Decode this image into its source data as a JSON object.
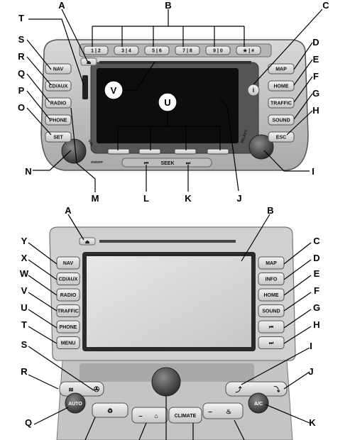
{
  "top_unit": {
    "left_buttons": [
      "NAV",
      "CD/AUX",
      "RADIO",
      "PHONE",
      "SET"
    ],
    "right_buttons": [
      "MAP",
      "HOME",
      "TRAFFIC",
      "SOUND",
      "ESC"
    ],
    "preset_buttons": [
      "1 | 2",
      "3 | 4",
      "5 | 6",
      "7 | 8",
      "9 | 0",
      "★ | #"
    ],
    "info_button": "i",
    "seek_label": "SEEK",
    "seek_back": "⏮",
    "seek_fwd": "⏭",
    "eject_symbol": "⏏",
    "left_knob_label": "VOL",
    "left_knob_sub": "ON/OFF",
    "right_knob_label": "SELECT",
    "callouts": [
      "A",
      "B",
      "C",
      "D",
      "E",
      "F",
      "G",
      "H",
      "I",
      "J",
      "K",
      "L",
      "M",
      "N",
      "O",
      "P",
      "Q",
      "R",
      "S",
      "T",
      "U",
      "V"
    ]
  },
  "bottom_unit": {
    "left_buttons": [
      "NAV",
      "CD/AUX",
      "RADIO",
      "TRAFFIC",
      "PHONE",
      "MENU"
    ],
    "right_buttons": [
      "MAP",
      "INFO",
      "HOME",
      "SOUND",
      "⏮",
      "⏭"
    ],
    "climate_label": "CLIMATE",
    "auto_label": "AUTO",
    "ac_label": "A/C",
    "eject_symbol": "⏏",
    "callouts": [
      "A",
      "B",
      "C",
      "D",
      "E",
      "F",
      "G",
      "H",
      "I",
      "J",
      "K",
      "Q",
      "R",
      "S",
      "T",
      "U",
      "V",
      "W",
      "X",
      "Y"
    ]
  },
  "colors": {
    "bezel": "#c9c9c9",
    "bezel_dark": "#8c8c8c",
    "screen": "#111111",
    "screen_light": "#dcdcdc",
    "button": "#e6e6e6"
  }
}
